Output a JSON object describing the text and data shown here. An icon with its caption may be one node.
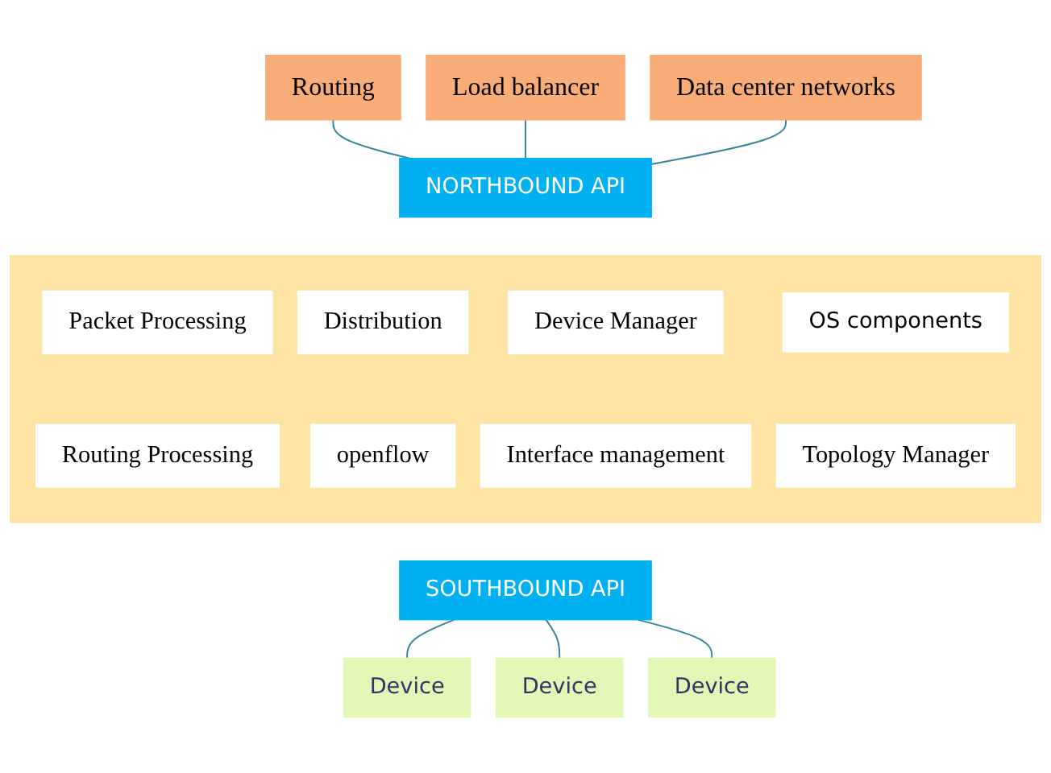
{
  "diagram": {
    "nodes": [
      {
        "text": [
          "Routing"
        ]
      },
      {
        "text": [
          "Load balancer"
        ]
      },
      {
        "text": [
          "Data center networks"
        ]
      },
      {
        "text": [
          "NORTHBOUND API"
        ]
      },
      {
        "text": [],
        "shape": "box"
      },
      {
        "text": [
          "Packet Processing"
        ],
        "in": 4
      },
      {
        "text": [
          "Distribution"
        ],
        "in": 4
      },
      {
        "text": [
          "Device Manager"
        ],
        "in": 4
      },
      {
        "text": [
          "OS components"
        ],
        "in": 4
      },
      {
        "text": [
          "Routing Processing"
        ],
        "in": 4
      },
      {
        "text": [
          "openflow"
        ],
        "in": 4
      },
      {
        "text": [
          "Interface management"
        ],
        "in": 4
      },
      {
        "text": [
          "Topology Manager"
        ],
        "in": 4
      },
      {
        "text": [
          "SOUTHBOUND API"
        ]
      },
      {
        "text": [
          "Device"
        ]
      },
      {
        "text": [
          "Device"
        ]
      },
      {
        "text": [
          "Device"
        ]
      }
    ],
    "edges": [
      {
        "from": 0,
        "to": 3,
        "arrow": "none"
      },
      {
        "from": 1,
        "to": 3,
        "arrow": "none"
      },
      {
        "from": 2,
        "to": 3,
        "arrow": "none"
      },
      {
        "from": 13,
        "to": 14,
        "arrow": "none"
      },
      {
        "from": 13,
        "to": 15,
        "arrow": "none"
      },
      {
        "from": 13,
        "to": 16,
        "arrow": "none"
      }
    ]
  }
}
